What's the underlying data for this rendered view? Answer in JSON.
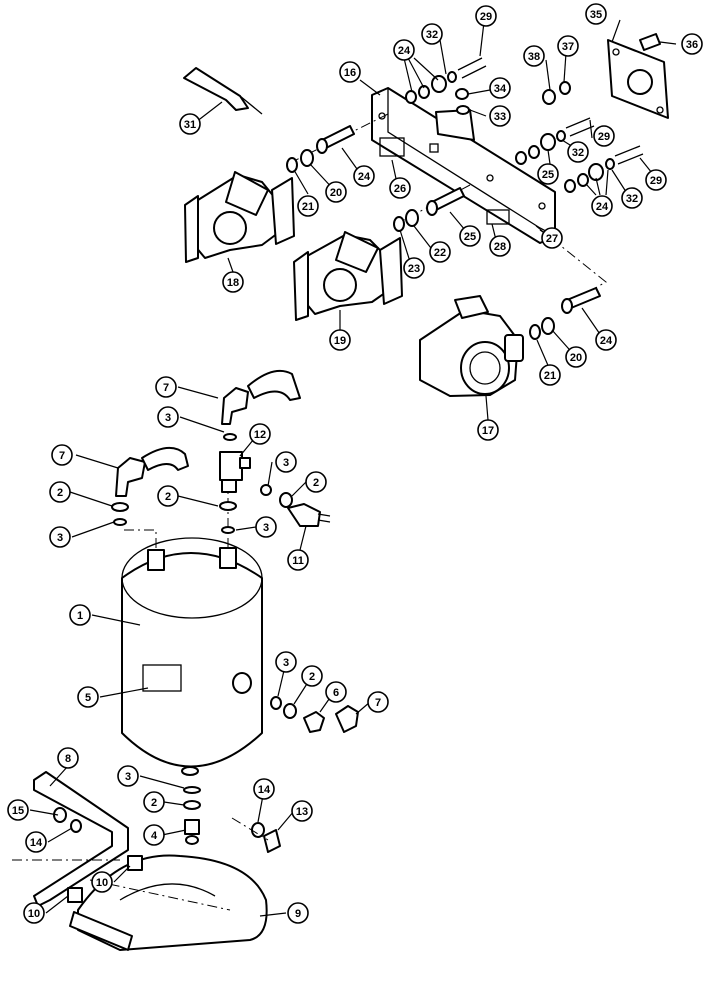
{
  "diagram": {
    "callouts": [
      {
        "id": "c1",
        "label": "1"
      },
      {
        "id": "c2a",
        "label": "2"
      },
      {
        "id": "c2b",
        "label": "2"
      },
      {
        "id": "c2c",
        "label": "2"
      },
      {
        "id": "c2d",
        "label": "2"
      },
      {
        "id": "c2e",
        "label": "2"
      },
      {
        "id": "c3a",
        "label": "3"
      },
      {
        "id": "c3b",
        "label": "3"
      },
      {
        "id": "c3c",
        "label": "3"
      },
      {
        "id": "c3d",
        "label": "3"
      },
      {
        "id": "c3e",
        "label": "3"
      },
      {
        "id": "c3f",
        "label": "3"
      },
      {
        "id": "c4",
        "label": "4"
      },
      {
        "id": "c5",
        "label": "5"
      },
      {
        "id": "c6",
        "label": "6"
      },
      {
        "id": "c7a",
        "label": "7"
      },
      {
        "id": "c7b",
        "label": "7"
      },
      {
        "id": "c7c",
        "label": "7"
      },
      {
        "id": "c8",
        "label": "8"
      },
      {
        "id": "c9",
        "label": "9"
      },
      {
        "id": "c10a",
        "label": "10"
      },
      {
        "id": "c10b",
        "label": "10"
      },
      {
        "id": "c11",
        "label": "11"
      },
      {
        "id": "c12",
        "label": "12"
      },
      {
        "id": "c13",
        "label": "13"
      },
      {
        "id": "c14a",
        "label": "14"
      },
      {
        "id": "c14b",
        "label": "14"
      },
      {
        "id": "c15",
        "label": "15"
      },
      {
        "id": "c16",
        "label": "16"
      },
      {
        "id": "c17",
        "label": "17"
      },
      {
        "id": "c18",
        "label": "18"
      },
      {
        "id": "c19",
        "label": "19"
      },
      {
        "id": "c20a",
        "label": "20"
      },
      {
        "id": "c20b",
        "label": "20"
      },
      {
        "id": "c21a",
        "label": "21"
      },
      {
        "id": "c21b",
        "label": "21"
      },
      {
        "id": "c22",
        "label": "22"
      },
      {
        "id": "c23",
        "label": "23"
      },
      {
        "id": "c24a",
        "label": "24"
      },
      {
        "id": "c24b",
        "label": "24"
      },
      {
        "id": "c24c",
        "label": "24"
      },
      {
        "id": "c24d",
        "label": "24"
      },
      {
        "id": "c25a",
        "label": "25"
      },
      {
        "id": "c25b",
        "label": "25"
      },
      {
        "id": "c26",
        "label": "26"
      },
      {
        "id": "c27",
        "label": "27"
      },
      {
        "id": "c28",
        "label": "28"
      },
      {
        "id": "c29a",
        "label": "29"
      },
      {
        "id": "c29b",
        "label": "29"
      },
      {
        "id": "c29c",
        "label": "29"
      },
      {
        "id": "c31",
        "label": "31"
      },
      {
        "id": "c32a",
        "label": "32"
      },
      {
        "id": "c32b",
        "label": "32"
      },
      {
        "id": "c32c",
        "label": "32"
      },
      {
        "id": "c33",
        "label": "33"
      },
      {
        "id": "c34",
        "label": "34"
      },
      {
        "id": "c35",
        "label": "35"
      },
      {
        "id": "c36",
        "label": "36"
      },
      {
        "id": "c37",
        "label": "37"
      },
      {
        "id": "c38",
        "label": "38"
      }
    ]
  }
}
